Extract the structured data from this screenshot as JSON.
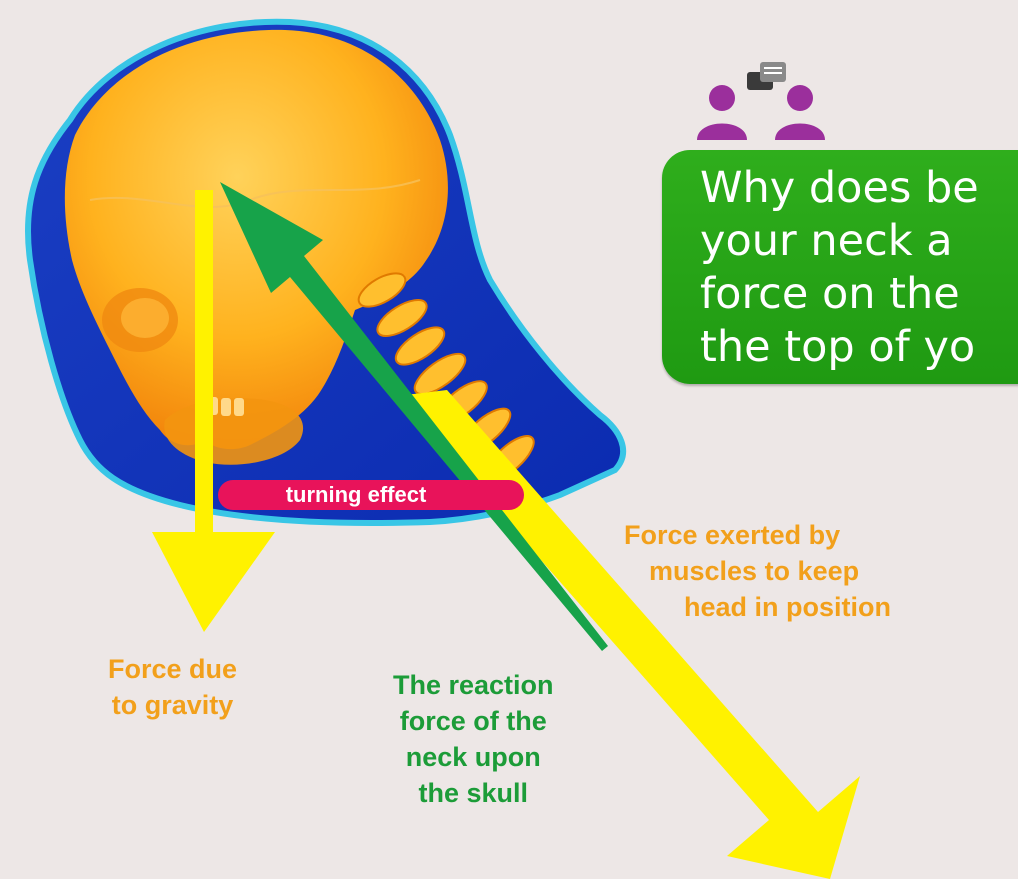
{
  "callout": {
    "lines": [
      "Why does be",
      "your neck a",
      "force on the",
      "the top of yo"
    ]
  },
  "pill": {
    "label": "turning effect"
  },
  "labels": {
    "gravity": [
      "Force due",
      "to gravity"
    ],
    "reaction": [
      "The reaction",
      "force of the",
      "neck upon",
      "the skull"
    ],
    "muscles": [
      "Force exerted by",
      "muscles to keep",
      "head in position"
    ]
  },
  "colors": {
    "background": "#ede7e6",
    "callout": "#23a014",
    "pill": "#e8135a",
    "orange_text": "#f2a01b",
    "green_text": "#1c9c38",
    "yellow_arrow": "#fff200",
    "green_arrow": "#17a34a",
    "discussion_icon": "#9b2f9c"
  },
  "icons": [
    "skull-illustration",
    "discussion-icon",
    "speech-bubble-icon"
  ]
}
